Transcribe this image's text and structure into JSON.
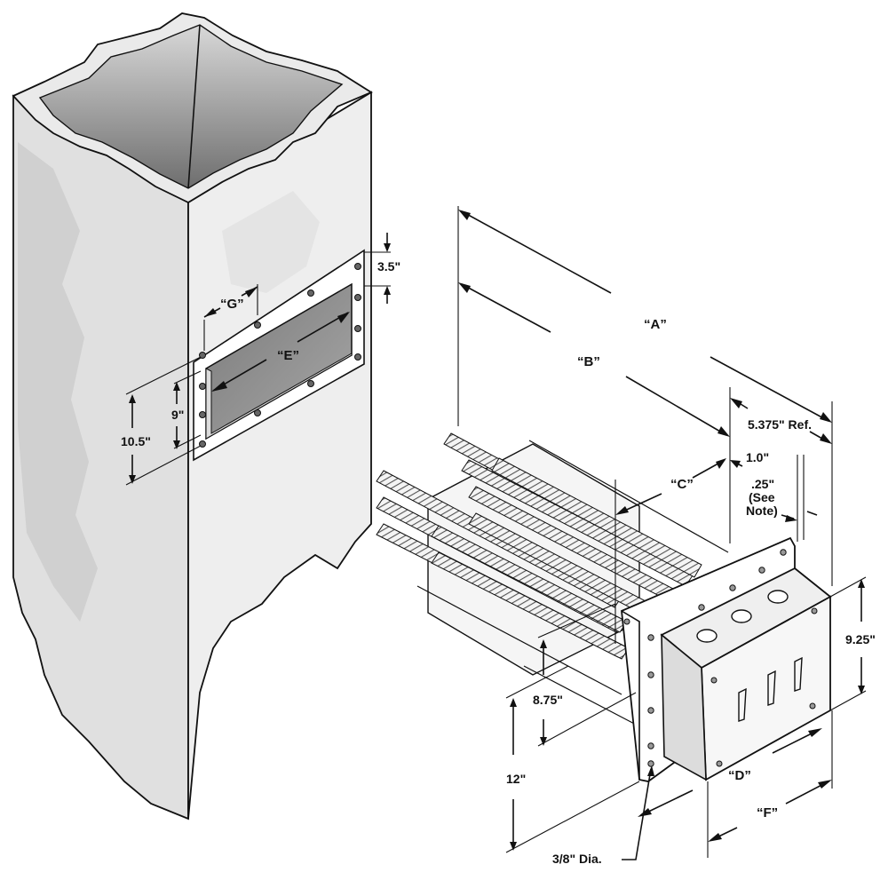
{
  "labels": {
    "a": "“A”",
    "b": "“B”",
    "c": "“C”",
    "d": "“D”",
    "e": "“E”",
    "f": "“F”",
    "g": "“G”",
    "dim_3_5": "3.5\"",
    "dim_9": "9\"",
    "dim_10_5": "10.5\"",
    "dim_5_375": "5.375\" Ref.",
    "dim_1_0": "1.0\"",
    "dim_025": ".25\"",
    "dim_025_see": "(See",
    "dim_025_note": "Note)",
    "dim_9_25": "9.25\"",
    "dim_8_75": "8.75\"",
    "dim_12": "12\"",
    "dim_hole": "3/8\" Dia."
  },
  "colors": {
    "duct_front": "#e2e2e2",
    "duct_side": "#f2f2f2",
    "duct_inner": "#9a9a9a",
    "opening": "#8c8c8c",
    "line": "#111111"
  }
}
